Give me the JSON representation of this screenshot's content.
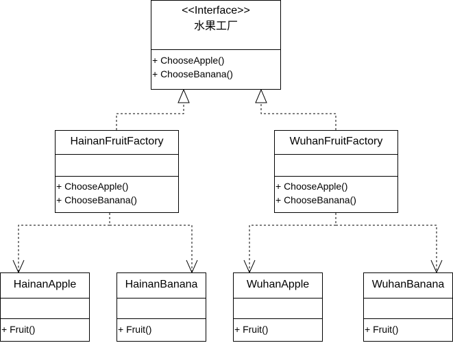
{
  "interface_box": {
    "stereotype": "<<Interface>>",
    "name": "水果工厂",
    "methods": [
      "+ ChooseApple()",
      "+ ChooseBanana()"
    ]
  },
  "factories": [
    {
      "name": "HainanFruitFactory",
      "methods": [
        "+ ChooseApple()",
        "+ ChooseBanana()"
      ]
    },
    {
      "name": "WuhanFruitFactory",
      "methods": [
        "+ ChooseApple()",
        "+ ChooseBanana()"
      ]
    }
  ],
  "products": [
    {
      "name": "HainanApple",
      "method": "+ Fruit()"
    },
    {
      "name": "HainanBanana",
      "method": "+ Fruit()"
    },
    {
      "name": "WuhanApple",
      "method": "+ Fruit()"
    },
    {
      "name": "WuhanBanana",
      "method": "+ Fruit()"
    }
  ]
}
